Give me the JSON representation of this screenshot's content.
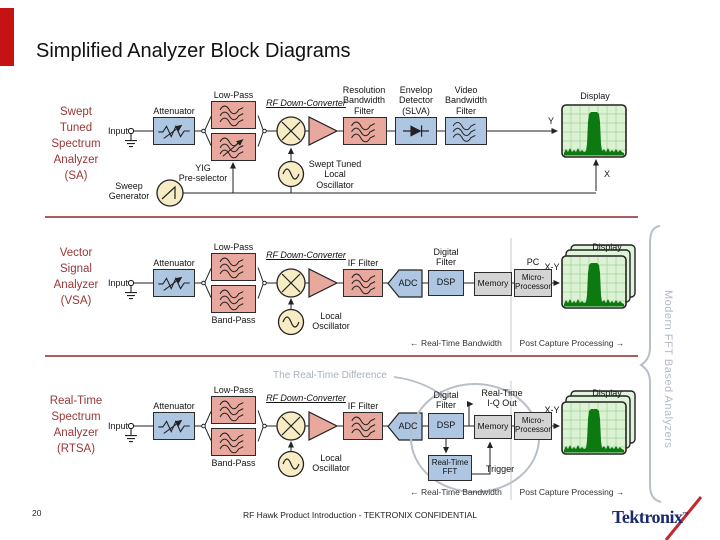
{
  "slide": {
    "title": "Simplified Analyzer Block Diagrams",
    "page_number": "20",
    "footer_text": "RF Hawk Product Introduction - TEKTRONIX CONFIDENTIAL",
    "logo_text": "Tektronix",
    "logo_tm": "™"
  },
  "annotations": {
    "real_time_difference": "The Real-Time Difference",
    "modern_fft_group": "Modern FFT Based Analyzers",
    "real_time_bandwidth": "← Real-Time Bandwidth",
    "post_capture_processing": "Post Capture Processing →"
  },
  "sa": {
    "name": "Swept\nTuned\nSpectrum\nAnalyzer\n(SA)",
    "input": "Input",
    "attenuator": "Attenuator",
    "low_pass": "Low-Pass",
    "yig": "YIG\nPre-selector",
    "rf_down_converter": "RF Down-Converter",
    "rbw_filter": "Resolution\nBandwidth\nFilter",
    "envelop_detector": "Envelop\nDetector\n(SLVA)",
    "video_filter": "Video\nBandwidth\nFilter",
    "display": "Display",
    "axis_y": "Y",
    "axis_x": "X",
    "sweep_generator": "Sweep\nGenerator",
    "swept_lo": "Swept Tuned\nLocal\nOscillator"
  },
  "vsa": {
    "name": "Vector\nSignal\nAnalyzer\n(VSA)",
    "input": "Input",
    "attenuator": "Attenuator",
    "low_pass": "Low-Pass",
    "band_pass": "Band-Pass",
    "rf_down_converter": "RF Down-Converter",
    "if_filter": "IF Filter",
    "adc": "ADC",
    "digital_filter": "Digital\nFilter",
    "dsp": "DSP",
    "memory": "Memory",
    "pc": "PC",
    "micro_processor": "Micro-\nProcessor",
    "xy": "X-Y",
    "display": "Display",
    "local_oscillator": "Local\nOscillator"
  },
  "rtsa": {
    "name": "Real-Time\nSpectrum\nAnalyzer\n(RTSA)",
    "input": "Input",
    "attenuator": "Attenuator",
    "low_pass": "Low-Pass",
    "band_pass": "Band-Pass",
    "rf_down_converter": "RF Down-Converter",
    "if_filter": "IF Filter",
    "adc": "ADC",
    "digital_filter": "Digital\nFilter",
    "dsp": "DSP",
    "real_time_iq_out": "Real-Time\nI-Q Out",
    "memory": "Memory",
    "real_time_fft": "Real-Time\nFFT",
    "trigger": "Trigger",
    "micro_processor": "Micro-\nProcessor",
    "xy": "X-Y",
    "display": "Display",
    "local_oscillator": "Local\nOscillator"
  }
}
